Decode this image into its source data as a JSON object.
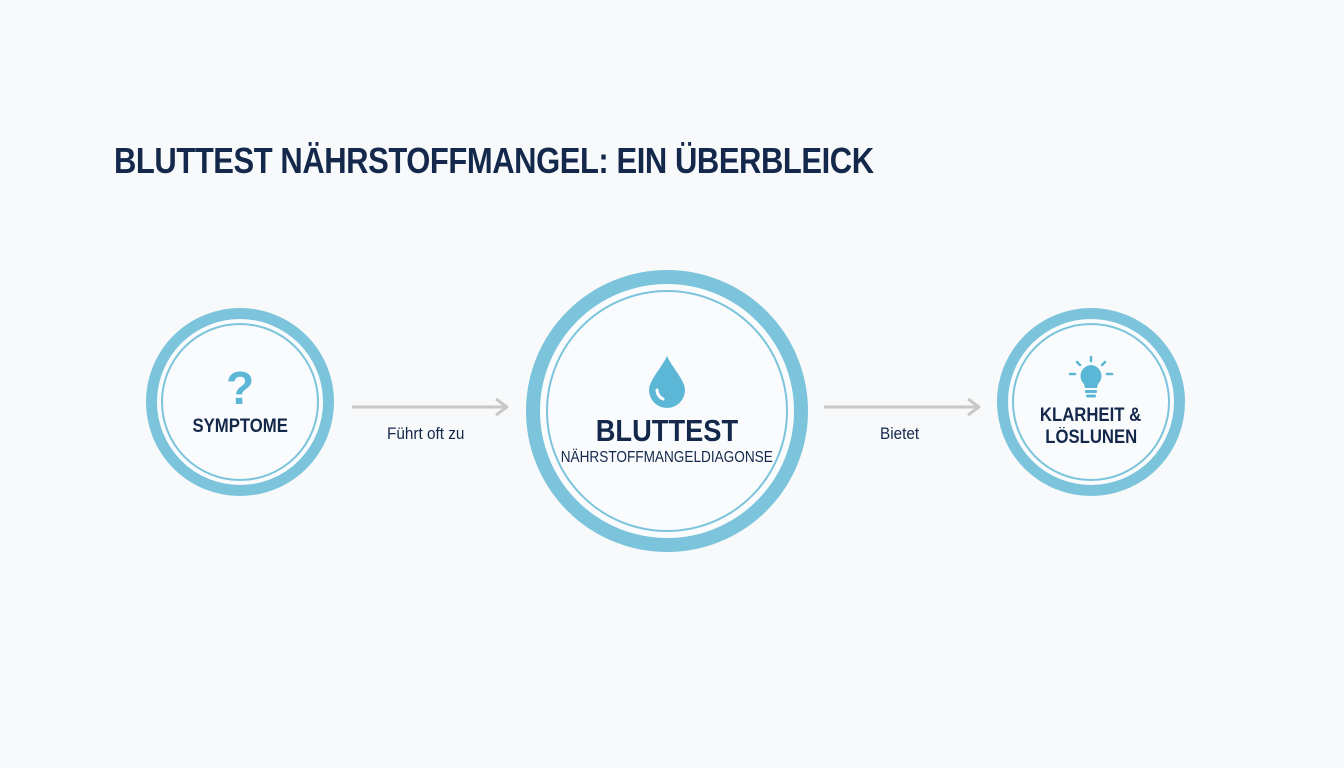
{
  "title": "BLUTTEST NÄHRSTOFFMANGEL: EIN ÜBERBLEICK",
  "nodes": {
    "symptome": {
      "label": "SYMPTOME",
      "icon": "question-mark-icon",
      "icon_glyph": "?"
    },
    "bluttest": {
      "label": "BLUTTEST",
      "sublabel": "NÄHRSTOFFMANGELDIAGONSE",
      "icon": "blood-drop-icon"
    },
    "klarheit": {
      "label_line1": "KLARHEIT &",
      "label_line2": "LÖSLUNEN",
      "icon": "lightbulb-icon"
    }
  },
  "edges": {
    "first": {
      "label": "Führt oft zu"
    },
    "second": {
      "label": "Bietet"
    }
  },
  "colors": {
    "ring": "#7cc4dc",
    "icon": "#5cb6d6",
    "text": "#14284b",
    "arrow": "#c8c8c8",
    "background": "#f7f9fa"
  }
}
